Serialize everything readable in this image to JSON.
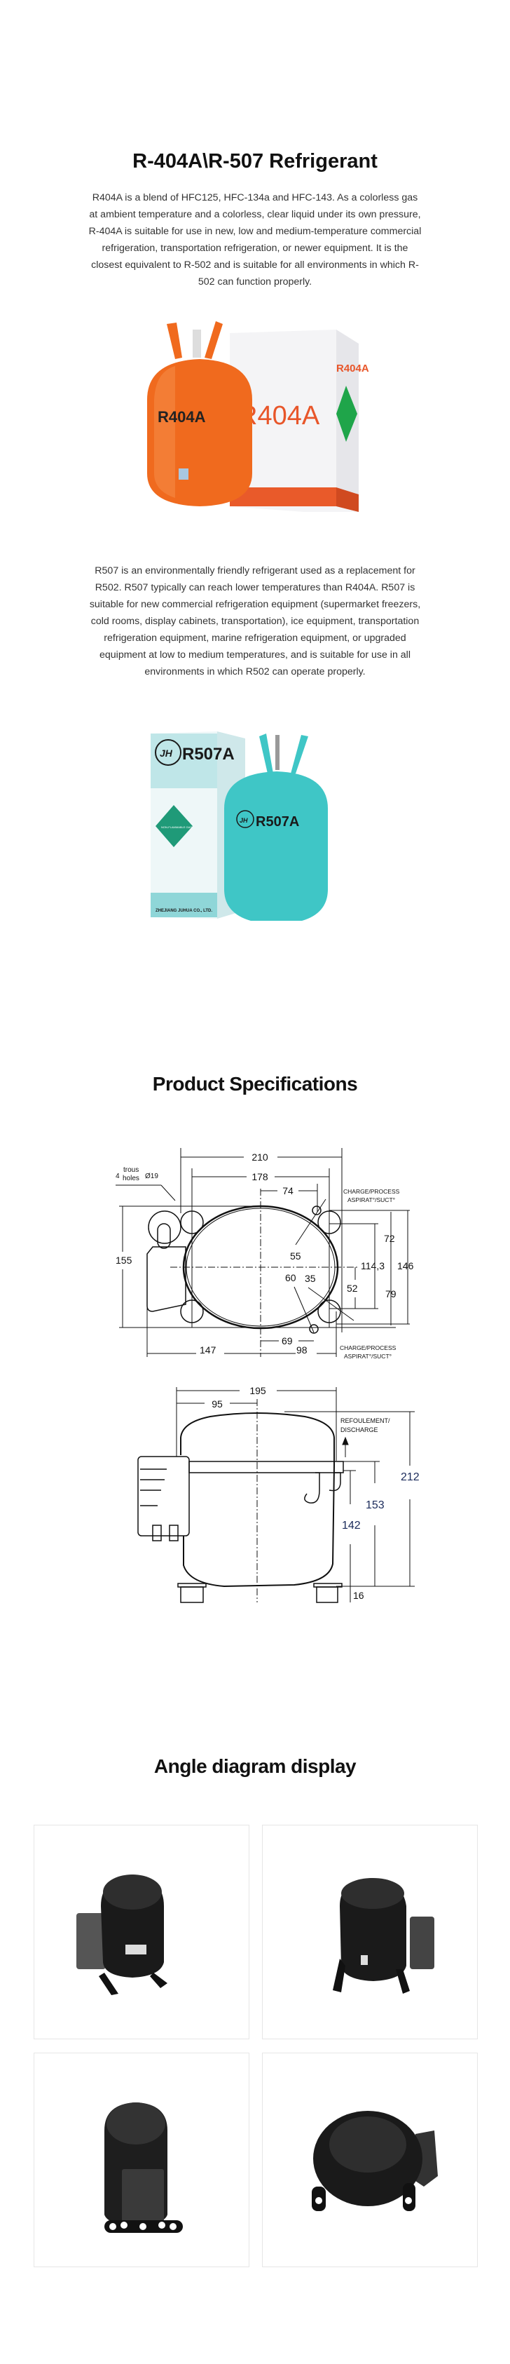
{
  "intro": {
    "title": "R-404A\\R-507 Refrigerant",
    "r404a_text": "R404A is a blend of HFC125, HFC-134a and HFC-143. As a colorless gas at ambient temperature and a colorless, clear liquid under its own pressure, R-404A is suitable for use in new, low and medium-temperature commercial refrigeration, transportation refrigeration, or newer equipment. It is the closest equivalent to R-502 and is suitable for all environments in which R-502 can function properly.",
    "r404a_label": "R404A",
    "r507_text": "R507 is an environmentally friendly refrigerant used as a replacement for R502. R507 typically can reach lower temperatures than R404A. R507 is suitable for new commercial refrigeration equipment (supermarket freezers, cold rooms, display cabinets, transportation), ice equipment, transportation refrigeration equipment, marine refrigeration equipment, or upgraded equipment at low to medium temperatures, and is suitable for use in all environments in which R502 can operate properly.",
    "r507_label": "R507A",
    "r507_brand": "JH",
    "r507_company": "ZHEJIANG JUHUA CO., LTD.",
    "r507_hazard": "NON-FLAMMABLE GAS"
  },
  "specs": {
    "title": "Product Specifications",
    "top_view": {
      "d210": "210",
      "d178": "178",
      "d74": "74",
      "holes_count": "4",
      "holes_fr": "trous",
      "holes_en": "holes",
      "holes_dia": "Ø19",
      "charge_top_1": "CHARGE/PROCESS",
      "charge_top_2": "ASPIRAT°/SUCT°",
      "charge_bottom_1": "CHARGE/PROCESS",
      "charge_bottom_2": "ASPIRAT°/SUCT°",
      "d155": "155",
      "d72": "72",
      "d114": "114,3",
      "d146": "146",
      "d52": "52",
      "d79": "79",
      "d55": "55",
      "d60": "60",
      "d35": "35",
      "d69": "69",
      "d98": "98",
      "d147": "147"
    },
    "side_view": {
      "d195": "195",
      "d95": "95",
      "discharge_1": "REFOULEMENT/",
      "discharge_2": "DISCHARGE",
      "d212": "212",
      "d153": "153",
      "d142": "142",
      "d16": "16"
    }
  },
  "angles": {
    "title": "Angle diagram display"
  },
  "colors": {
    "orange": "#f06a1e",
    "teal": "#3fc6c6",
    "compressor": "#1a1a1a"
  }
}
